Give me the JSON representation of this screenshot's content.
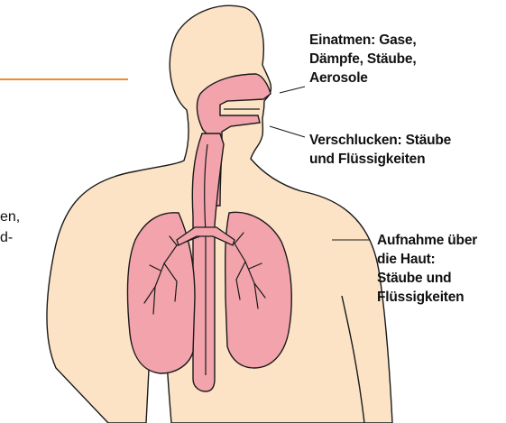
{
  "colors": {
    "skin": "#fce3c6",
    "skin_outline": "#1a1a1a",
    "organ_fill": "#f2a3ab",
    "organ_outline": "#1a1a1a",
    "accent_rule": "#e8912a"
  },
  "side_text": {
    "line1": "en,",
    "line2": "d-"
  },
  "labels": {
    "inhalation": [
      "Einatmen: Gase,",
      "Dämpfe, Stäube,",
      "Aerosole"
    ],
    "swallowing": [
      "Verschlucken: Stäube",
      "und Flüssigkeiten"
    ],
    "skin": [
      "Aufnahme über",
      "die Haut:",
      "Stäube und",
      "Flüssigkeiten"
    ]
  }
}
